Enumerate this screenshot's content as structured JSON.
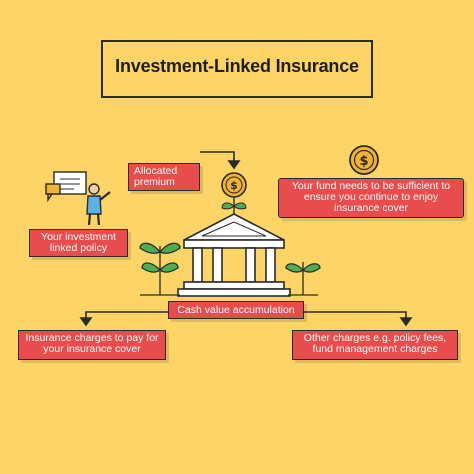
{
  "title": "Investment-Linked Insurance",
  "labels": {
    "allocated_premium": "Allocated premium",
    "investment_policy": "Your investment linked policy",
    "fund_sufficient": "Your fund needs to be sufficient to ensure you continue to enjoy insurance cover",
    "cash_value": "Cash value accumulation",
    "insurance_charges": "Insurance charges to pay for your insurance cover",
    "other_charges": "Other charges e.g. policy fees, fund management charges"
  },
  "icons": {
    "coin": "dollar-coin-icon",
    "building": "bank-building-icon",
    "person": "presenter-icon"
  },
  "colors": {
    "background": "#fdd466",
    "label_fill": "#e84c4c",
    "building_fill": "#ffffff",
    "leaf_green": "#4caf50",
    "coin_gold": "#f2b233"
  }
}
